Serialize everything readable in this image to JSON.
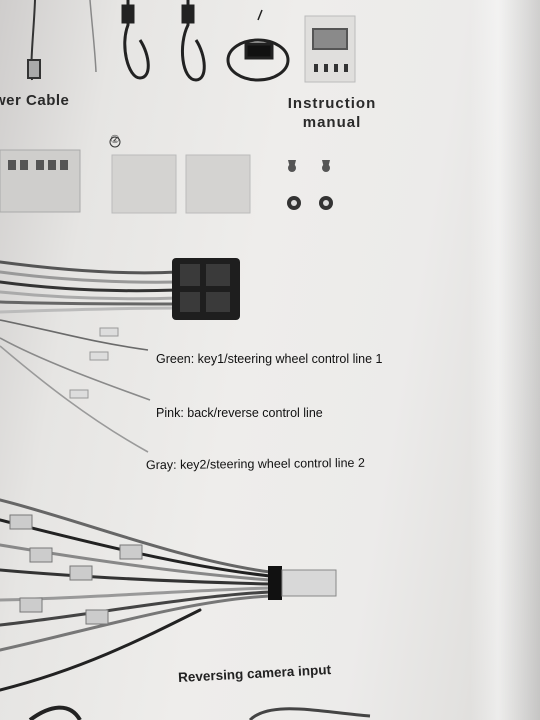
{
  "top_items": {
    "power_cable_label": "wer Cable",
    "instruction_manual_label": "Instruction\nmanual",
    "item_number": "②"
  },
  "wiring": {
    "green_label": "Green: key1/steering wheel control line 1",
    "pink_label": "Pink: back/reverse control line",
    "gray_label": "Gray: key2/steering wheel control line 2"
  },
  "bottom": {
    "reversing_camera_label": "Reversing camera input"
  }
}
